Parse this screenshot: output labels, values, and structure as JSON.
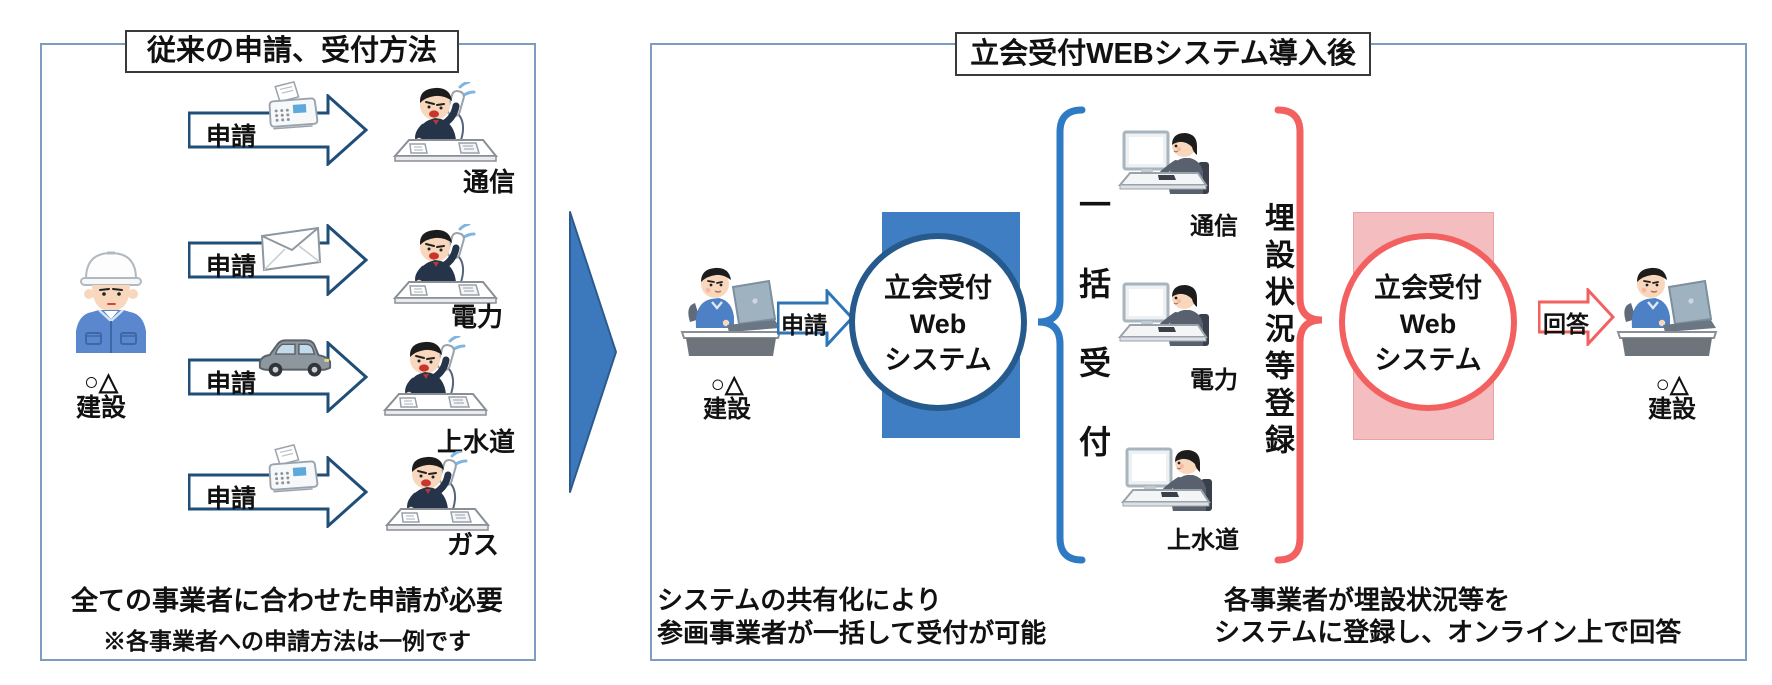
{
  "left_panel": {
    "title": "従来の申請、受付方法",
    "applicant": {
      "line1": "○△",
      "line2": "建設"
    },
    "rows": [
      {
        "label": "申請",
        "method_icon": "fax-icon",
        "recipient": "通信"
      },
      {
        "label": "申請",
        "method_icon": "envelope-icon",
        "recipient": "電力"
      },
      {
        "label": "申請",
        "method_icon": "car-icon",
        "recipient": "上水道"
      },
      {
        "label": "申請",
        "method_icon": "fax-icon",
        "recipient": "ガス"
      }
    ],
    "note_main": "全ての事業者に合わせた申請が必要",
    "note_sub": "※各事業者への申請方法は一例です"
  },
  "right_panel": {
    "title": "立会受付WEBシステム導入後",
    "applicant": {
      "line1": "○△",
      "line2": "建設"
    },
    "request_label": "申請",
    "web_system_blue": {
      "lines": [
        "立会受付",
        "Web",
        "システム"
      ]
    },
    "batch_vertical_label": "一括受付",
    "operators": [
      "通信",
      "電力",
      "上水道"
    ],
    "register_vertical_label": "埋設状況等登録",
    "web_system_red": {
      "lines": [
        "立会受付",
        "Web",
        "システム"
      ]
    },
    "answer_label": "回答",
    "responder": {
      "line1": "○△",
      "line2": "建設"
    },
    "caption_blue": {
      "line1": "システムの共有化により",
      "line2": "参画事業者が一括して受付が可能"
    },
    "caption_red": {
      "line1": "各事業者が埋設状況等を",
      "line2": "システムに登録し、オンライン上で回答"
    }
  },
  "colors": {
    "panel_border": "#7D9CC0",
    "title_border": "#3A3A3A",
    "arrow_navy": "#1F4E79",
    "blue_accent": "#2E75B6",
    "big_arrow_fill": "#3C79BC",
    "blue_rect_fill": "#3F7EC2",
    "blue_circle_stroke": "#275A8C",
    "red_accent": "#F2605F",
    "pink_rect_fill": "#F4BDC0"
  }
}
